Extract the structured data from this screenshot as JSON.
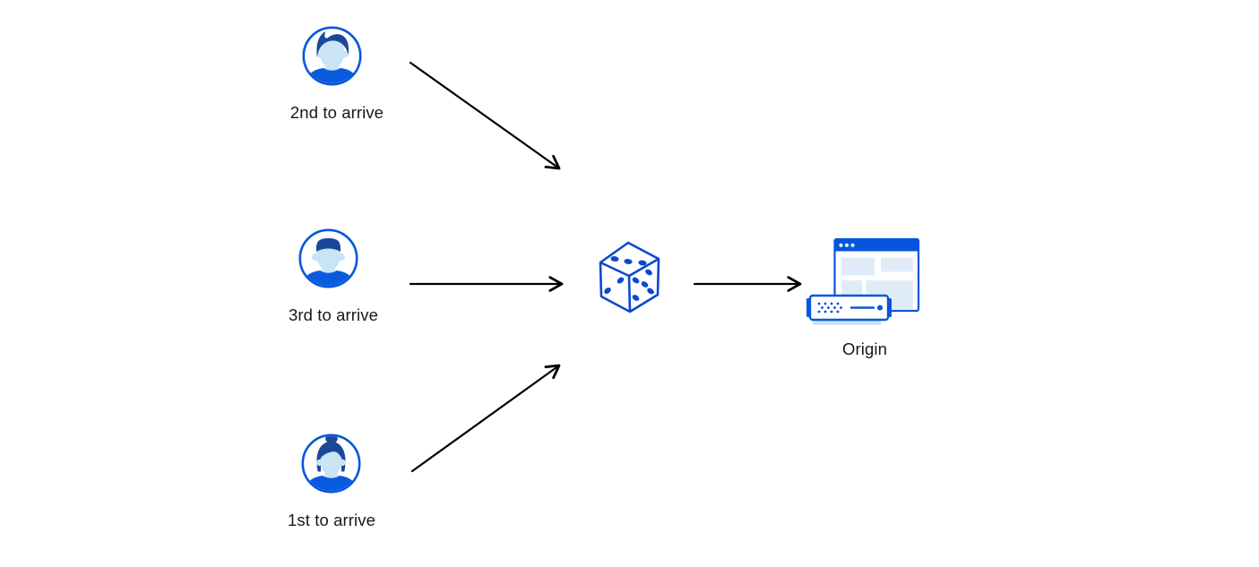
{
  "diagram": {
    "nodes": {
      "user_second": {
        "label": "2nd to arrive",
        "icon": "male-user-avatar"
      },
      "user_third": {
        "label": "3rd to arrive",
        "icon": "male-user-avatar"
      },
      "user_first": {
        "label": "1st to arrive",
        "icon": "female-user-avatar"
      },
      "random_selector": {
        "icon": "dice"
      },
      "origin": {
        "label": "Origin",
        "icon": "origin-server-browser"
      }
    },
    "edges": [
      {
        "from": "user_second",
        "to": "random_selector"
      },
      {
        "from": "user_third",
        "to": "random_selector"
      },
      {
        "from": "user_first",
        "to": "random_selector"
      },
      {
        "from": "random_selector",
        "to": "origin"
      }
    ]
  },
  "colors": {
    "primary_blue": "#0556dc",
    "dice_blue": "#0b48d0",
    "hair_navy": "#1b479b",
    "face_light_blue": "#c8e4f5",
    "shirt_blue": "#0a5ae0",
    "panel_light_blue": "#dfecf8",
    "server_base_blue": "#cde3f5",
    "arrow_black": "#000000",
    "label_text": "#17181a",
    "background": "#ffffff"
  }
}
